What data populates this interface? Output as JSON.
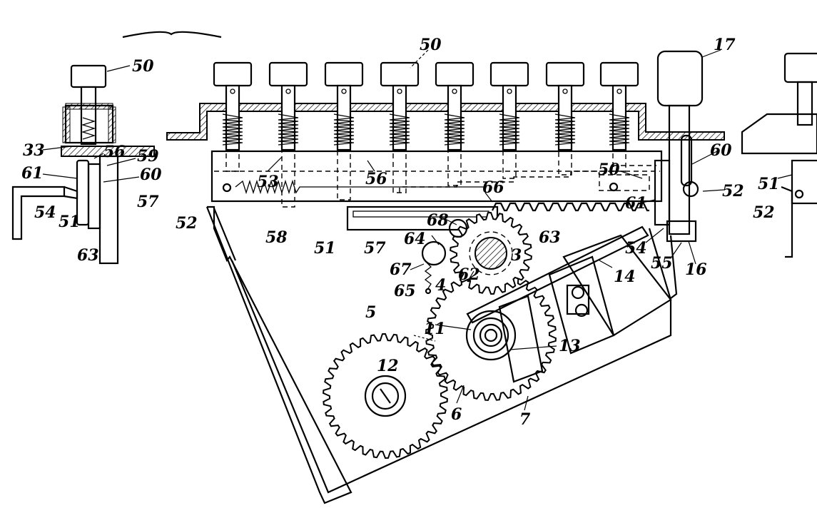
{
  "figure": {
    "labels": {
      "key_left": "50",
      "key_top": "50",
      "lever_17": "17",
      "a33": "33",
      "a56": "56",
      "a59": "59",
      "a61": "61",
      "a60l": "60",
      "a54l": "54",
      "a51l": "51",
      "a57l": "57",
      "a63l": "63",
      "a53": "53",
      "a56m": "56",
      "a52m": "52",
      "a58": "58",
      "a51m": "51",
      "a57m": "57",
      "a66": "66",
      "a68": "68",
      "a64": "64",
      "a63m": "63",
      "a3": "3",
      "a67": "67",
      "a62": "62",
      "a65": "65",
      "a4": "4",
      "a5": "5",
      "a11": "11",
      "a12": "12",
      "a13": "13",
      "a6": "6",
      "a7": "7",
      "a14": "14",
      "a50r": "50",
      "a60r": "60",
      "a52r": "52",
      "a61r": "61",
      "a54r": "54",
      "a55": "55",
      "a16": "16",
      "a51r": "51",
      "a52rr": "52"
    }
  }
}
